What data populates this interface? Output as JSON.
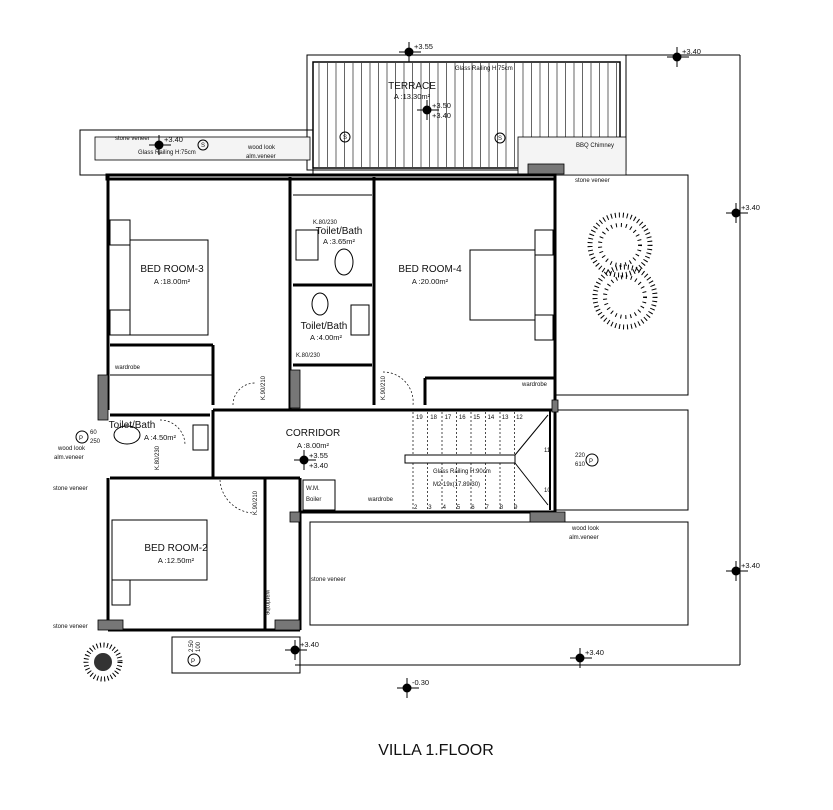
{
  "title": "VILLA 1.FLOOR",
  "rooms": [
    {
      "name": "TERRACE",
      "area": "A :13.30m²"
    },
    {
      "name": "BED ROOM-3",
      "area": "A :18.00m²"
    },
    {
      "name": "Toilet/Bath",
      "area": "A :3.65m²"
    },
    {
      "name": "BED ROOM-4",
      "area": "A :20.00m²"
    },
    {
      "name": "Toilet/Bath",
      "area": "A :4.00m²"
    },
    {
      "name": "CORRIDOR",
      "area": "A :8.00m²"
    },
    {
      "name": "Toilet/Bath",
      "area": "A :4.50m²"
    },
    {
      "name": "BED ROOM-2",
      "area": "A :12.50m²"
    }
  ],
  "levels": {
    "terrace_top": "+3.55",
    "top_right": "+3.40",
    "terrace_a": "+3.50",
    "terrace_b": "+3.40",
    "balcony_left": "+3.40",
    "right_upper": "+3.40",
    "corridor_a": "+3.55",
    "corridor_b": "+3.40",
    "right_lower": "+3.40",
    "bottom_left": "+3.40",
    "bottom_right": "+3.40",
    "ground": "-0.30"
  },
  "notes": {
    "glass_railing_terrace": "Glass Railing H:75cm",
    "glass_railing_balcony": "Glass Railing H:75cm",
    "stone_veneer_balcony": "stone veneer",
    "wood_look_top": "wood look",
    "alm_veneer_top": "alm.veneer",
    "bbq": "BBQ Chimney",
    "stone_veneer_right": "stone veneer",
    "wardrobe_b3": "wardrobe",
    "wardrobe_b4": "wardrobe",
    "wardrobe_corridor": "wardrobe",
    "wardrobe_b2": "wardrobe",
    "wm": "W.M.",
    "boiler": "Boiler",
    "wood_look_left": "wood look",
    "alm_veneer_left": "alm.veneer",
    "stone_veneer_left1": "stone veneer",
    "stone_veneer_left2": "stone veneer",
    "stone_veneer_mid": "stone veneer",
    "wood_look_right": "wood look",
    "alm_veneer_right": "alm.veneer",
    "stair_railing": "Glass Railing H:90cm",
    "stair_spec": "M2 19x(17.89/30)"
  },
  "doors": {
    "k1": "K.80/230",
    "k2": "K.80/230",
    "k3": "K.90/210",
    "k4": "K.90/210",
    "k5": "K.80/230",
    "k6": "K.90/210"
  },
  "windows": {
    "p_left": "P",
    "p_left_a": "60",
    "p_left_b": "250",
    "p_right": "P",
    "p_right_a": "220",
    "p_right_b": "610",
    "p_bottom": "P",
    "p_bottom_a": "2.50",
    "p_bottom_b": "100",
    "s1": "S",
    "s2": "S",
    "s3": "S"
  },
  "stairs": {
    "top": [
      "19",
      "18",
      "17",
      "16",
      "15",
      "14",
      "13",
      "12"
    ],
    "side": [
      "11",
      "10"
    ],
    "bottom": [
      "2",
      "3",
      "4",
      "5",
      "6",
      "7",
      "8",
      "9"
    ]
  }
}
